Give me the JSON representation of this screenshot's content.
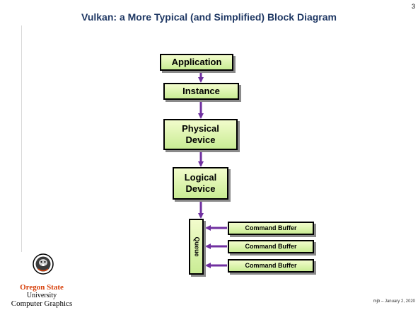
{
  "slide": {
    "title": "Vulkan: a More Typical (and Simplified) Block Diagram",
    "number": "3",
    "footer": "mjb – January 2, 2020"
  },
  "diagram": {
    "application": "Application",
    "instance": "Instance",
    "physical_device": "Physical\nDevice",
    "logical_device": "Logical\nDevice",
    "queue": "Queue",
    "command_buffers": [
      "Command Buffer",
      "Command Buffer",
      "Command Buffer"
    ]
  },
  "branding": {
    "line1": "Oregon State",
    "line2": "University",
    "line3": "Computer Graphics",
    "logo_icon": "osu-beaver-logo-icon",
    "accent_color": "#d73f09"
  },
  "colors": {
    "title": "#1f3864",
    "box_top": "#f2fccc",
    "box_bottom": "#c9ec94",
    "arrow": "#7030a0"
  }
}
